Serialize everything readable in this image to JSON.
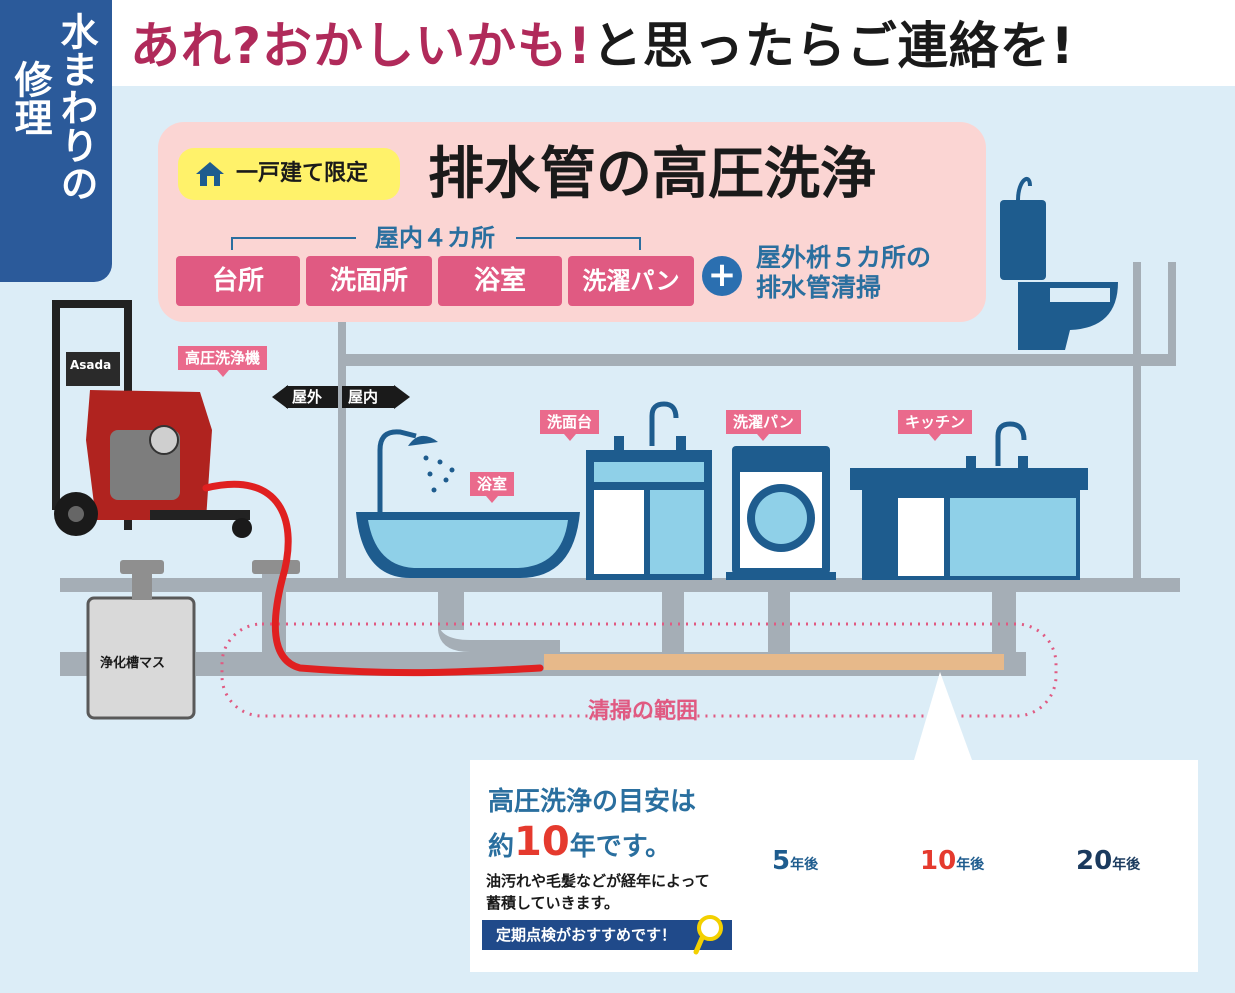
{
  "side_tab": {
    "line1": "水まわりの",
    "line2": "修理"
  },
  "headline": {
    "part1": "あれ?おかしいかも!",
    "part2": "と思ったらご連絡を!"
  },
  "plan": {
    "badge": "一戸建て限定",
    "title": "排水管の高圧洗浄",
    "indoor_label": "屋内４カ所",
    "rooms": [
      "台所",
      "洗面所",
      "浴室",
      "洗濯パン"
    ],
    "outdoor_line1": "屋外枡５カ所の",
    "outdoor_line2": "排水管清掃"
  },
  "diagram": {
    "machine_tag": "高圧洗浄機",
    "machine_brand": "Asada",
    "outdoor": "屋外",
    "indoor": "屋内",
    "bath_tag": "浴室",
    "sink_tag": "洗面台",
    "laundry_tag": "洗濯パン",
    "kitchen_tag": "キッチン",
    "tank_label": "浄化槽マス",
    "range_label": "清掃の範囲"
  },
  "info": {
    "title_line1": "高圧洗浄の目安は",
    "title_pre": "約",
    "title_num": "10",
    "title_post": "年です。",
    "desc": "油汚れや毛髪などが経年によって蓄積していきます。",
    "recommend": "定期点検がおすすめです！",
    "stages": [
      {
        "num": "5",
        "unit": "年後"
      },
      {
        "num": "10",
        "unit": "年後"
      },
      {
        "num": "20",
        "unit": "年後"
      }
    ]
  },
  "colors": {
    "accent_blue": "#2b5a9a",
    "pipe_blue": "#1e4f7e",
    "pink": "#e05a82",
    "background": "#dcedf7"
  }
}
